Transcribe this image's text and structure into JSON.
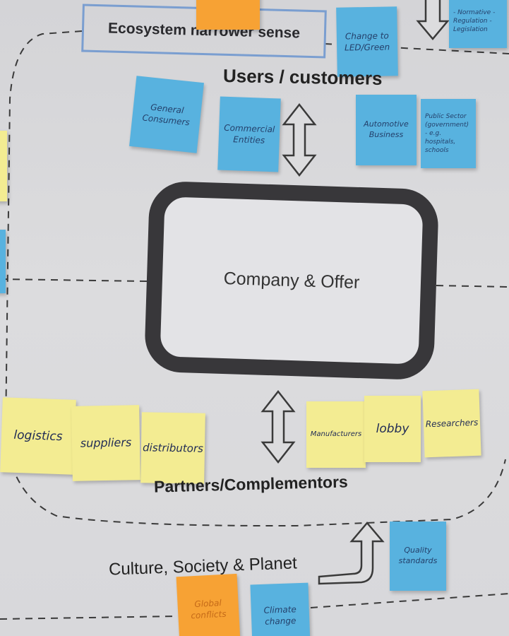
{
  "frame": {
    "title": "Ecosystem narrower sense"
  },
  "headings": {
    "users": "Users / customers",
    "partners": "Partners/Complementors",
    "culture": "Culture, Society & Planet"
  },
  "company": {
    "label": "Company & Offer"
  },
  "notes": {
    "top_orange": "",
    "change_led": "Change to LED/Green",
    "regulation": "- Normative - Regulation - Legislation",
    "general_consumers": "General Consumers",
    "commercial_entities": "Commercial Entities",
    "automotive_business": "Automotive Business",
    "public_sector": "Public Sector (government) - e.g. hospitals, schools",
    "logistics": "logistics",
    "suppliers": "suppliers",
    "distributors": "distributors",
    "manufacturers": "Manufacturers",
    "lobby": "lobby",
    "researchers": "Researchers",
    "quality_standards": "Quality standards",
    "global_conflicts": "Global conflicts",
    "climate_change": "Climate change"
  },
  "colors": {
    "blue_note": "#58b2df",
    "yellow_note": "#f3ec92",
    "orange_note": "#f7a234",
    "frame_line": "#7a9ed0",
    "company_border": "#38373a"
  }
}
